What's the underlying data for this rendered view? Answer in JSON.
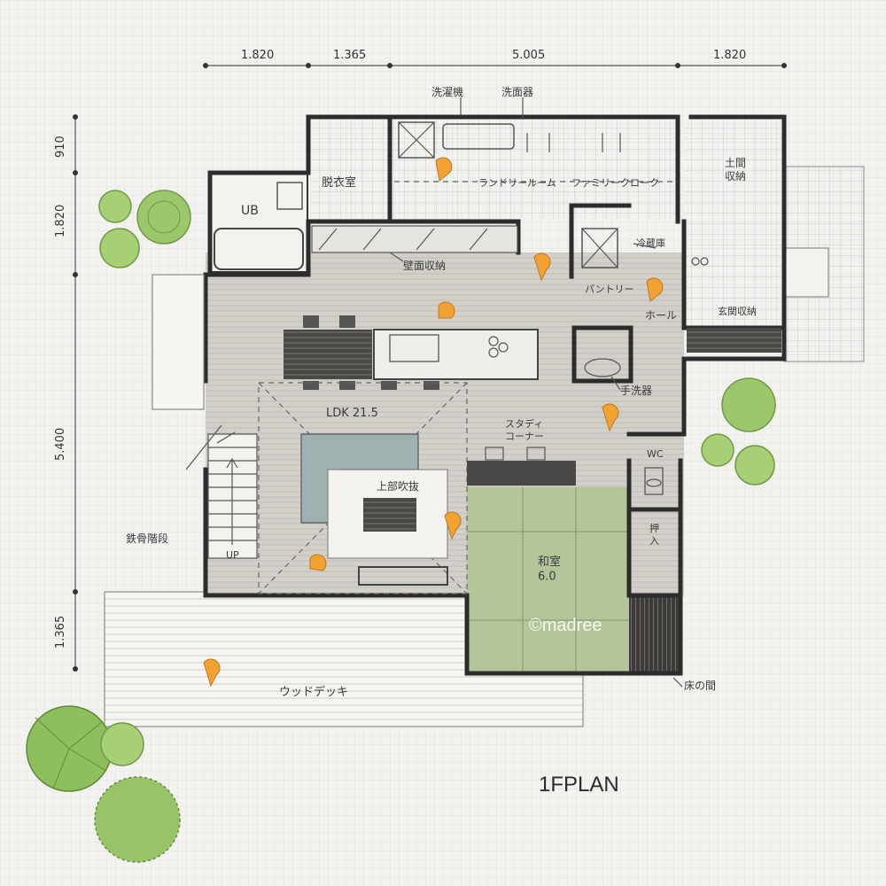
{
  "plan": {
    "title": "1FPLAN",
    "watermark": "©madree"
  },
  "dimensions": {
    "top": [
      "1.820",
      "1.365",
      "5.005",
      "1.820"
    ],
    "left": [
      "910",
      "1.820",
      "5.400",
      "1.365"
    ]
  },
  "rooms": {
    "washer": "洗濯機",
    "washbasin": "洗面器",
    "dressing": "脱衣室",
    "laundry": "ランドリールーム",
    "family_closet": "ファミリークローク",
    "dirt_floor_storage": "土間\n収納",
    "bath": "UB",
    "wall_storage": "壁面収納",
    "fridge": "冷蔵庫",
    "pantry": "パントリー",
    "hall": "ホール",
    "entrance_storage": "玄関収納",
    "hand_wash": "手洗器",
    "ldk": "LDK 21.5",
    "study": "スタディ\nコーナー",
    "void_above": "上部吹抜",
    "steel_stairs": "鉄骨階段",
    "up": "UP",
    "wc": "WC",
    "oshiire": "押\n入",
    "washitsu": "和室\n6.0",
    "tokonoma": "床の間",
    "wood_deck": "ウッドデッキ"
  },
  "colors": {
    "wall": "#2c2c2c",
    "ldk_floor": "#cfccc6",
    "tatami": "#b5c59a",
    "sofa": "#9fb1b0",
    "counter_dark": "#4a4846",
    "marker": "#f2a233",
    "tree_green": "#8fbf5d"
  },
  "icons": [
    "camera-viewpoint-icon",
    "tree-icon"
  ]
}
